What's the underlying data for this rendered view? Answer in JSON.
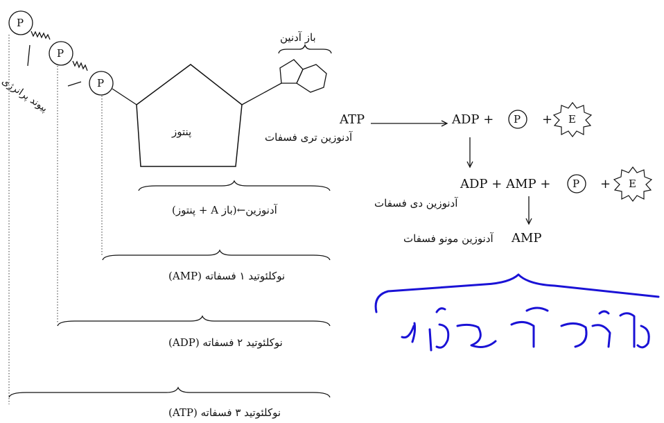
{
  "labels": {
    "adenine_base": "باز آدنین",
    "high_energy_bond": "پیوند پرانرژی",
    "pentose": "پنتوز",
    "adenosine": "آدنوزین←(باز A + پنتوز)",
    "amp_nucleotide": "نوکلئوتید ۱ فسفاته (AMP)",
    "adp_nucleotide": "نوکلئوتید ۲ فسفاته (ADP)",
    "atp_nucleotide": "نوکلئوتید ۳ فسفاته (ATP)",
    "phosphate_symbol": "P",
    "energy_symbol": "E"
  },
  "reactions": {
    "atp": "ATP",
    "atp_name": "آدنوزین تری فسفات",
    "row1_products": "ADP +",
    "plus": "+",
    "row2_products": "ADP + AMP +",
    "adp_name": "آدنوزین دی فسفات",
    "amp": "AMP",
    "amp_name": "آدنوزین مونو فسفات"
  },
  "handwriting": {
    "text": "واسه ۲ سال آینده",
    "color": "#1a12d6"
  }
}
